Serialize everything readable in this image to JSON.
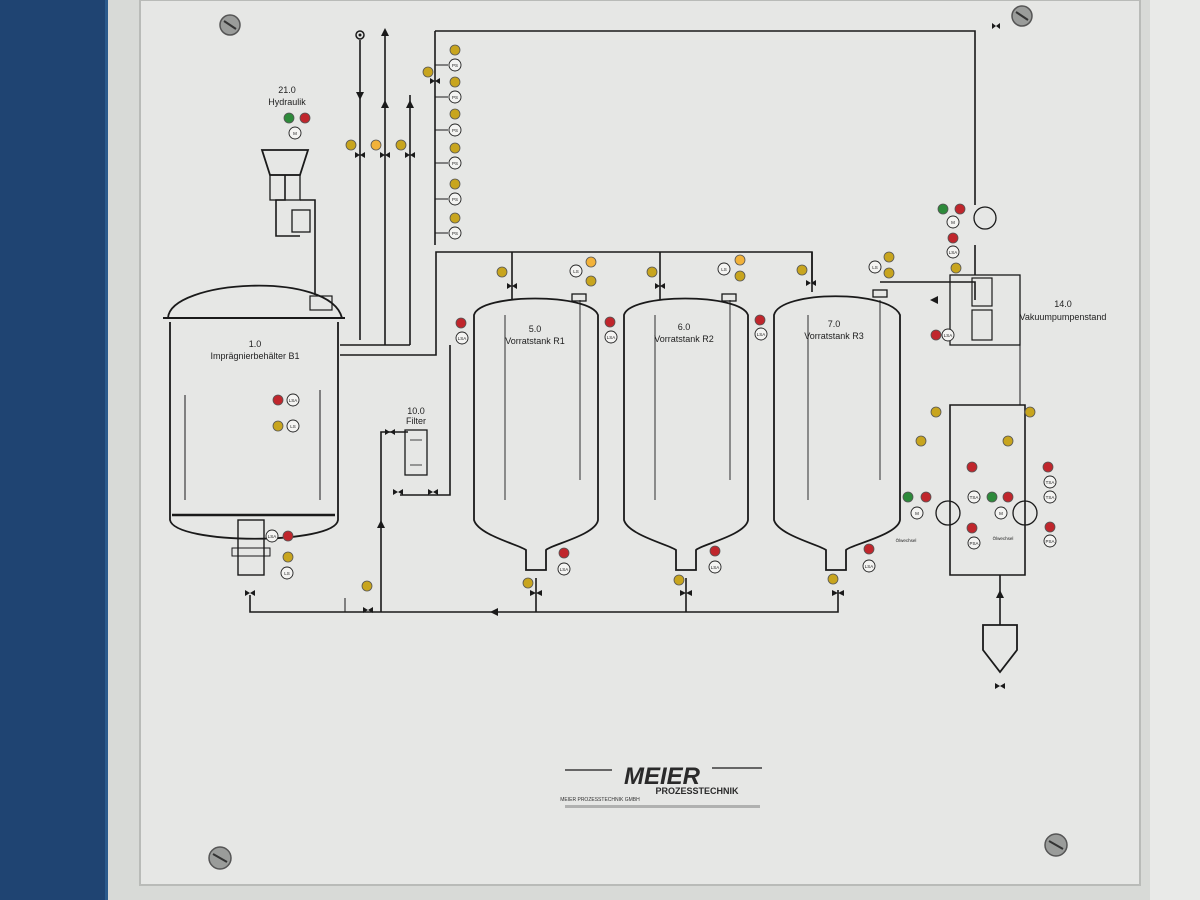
{
  "colors": {
    "panel": "#e6e7e5",
    "frame": "#d8dad7",
    "blue_cabinet": "#2b5a8c",
    "lamp_red": "#c0262c",
    "lamp_green": "#2d8a3a",
    "lamp_yellow": "#c8a51e",
    "lamp_amber": "#f2b23a"
  },
  "units": {
    "hydraulik": {
      "number": "21.0",
      "name": "Hydraulik",
      "motor": "M"
    },
    "impraegnier": {
      "number": "1.0",
      "name": "Imprägnierbehälter B1"
    },
    "filter": {
      "number": "10.0",
      "name": "Filter"
    },
    "tank_r1": {
      "number": "5.0",
      "name": "Vorratstank R1"
    },
    "tank_r2": {
      "number": "6.0",
      "name": "Vorratstank R2"
    },
    "tank_r3": {
      "number": "7.0",
      "name": "Vorratstank R3"
    },
    "vakuum": {
      "number": "14.0",
      "name": "Vakuumpumpenstand"
    }
  },
  "olwechsel": [
    "Ölwechsel",
    "Ölwechsel"
  ],
  "instruments": {
    "ps": "PS",
    "lsa": "LSA",
    "ls": "LS",
    "tsa": "TSA",
    "psa": "PSA",
    "m": "M"
  },
  "brand": {
    "logo": "MEIER",
    "name": "PROZESSTECHNIK",
    "company": "MEIER PROZESSTECHNIK GMBH"
  }
}
